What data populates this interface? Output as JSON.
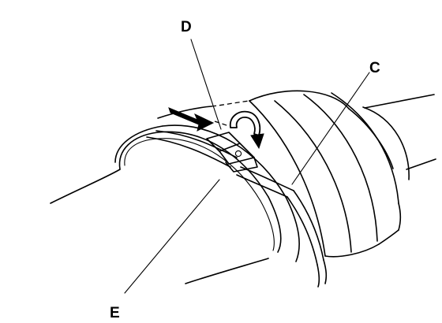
{
  "callouts": {
    "d": "D",
    "c": "C",
    "e": "E"
  },
  "colors": {
    "ink": "#000000",
    "paper": "#ffffff"
  }
}
